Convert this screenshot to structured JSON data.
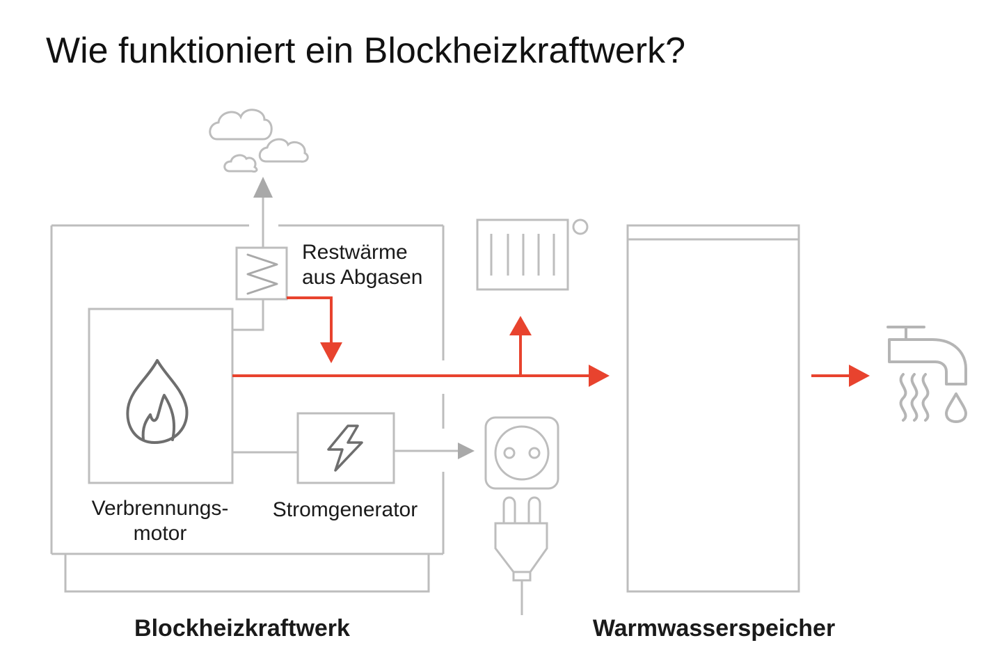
{
  "title": "Wie funktioniert ein Blockheizkraftwerk?",
  "labels": {
    "heat_recovery_line1": "Restwärme",
    "heat_recovery_line2": "aus Abgasen",
    "engine_line1": "Verbrennungs-",
    "engine_line2": "motor",
    "generator": "Stromgenerator",
    "chp_plant": "Blockheizkraftwerk",
    "storage_tank": "Warmwasserspeicher"
  },
  "icons": {
    "engine": "flame-icon",
    "generator": "lightning-icon",
    "heat_exchanger": "heat-exchanger-icon",
    "radiator": "radiator-icon",
    "socket": "power-socket-icon",
    "plug": "power-plug-icon",
    "tap": "water-tap-icon",
    "exhaust": "cloud-icon"
  },
  "colors": {
    "heat_flow": "#e8432e",
    "outline": "#bdbdbd",
    "icon": "#6e6e6e",
    "text": "#1a1a1a"
  }
}
